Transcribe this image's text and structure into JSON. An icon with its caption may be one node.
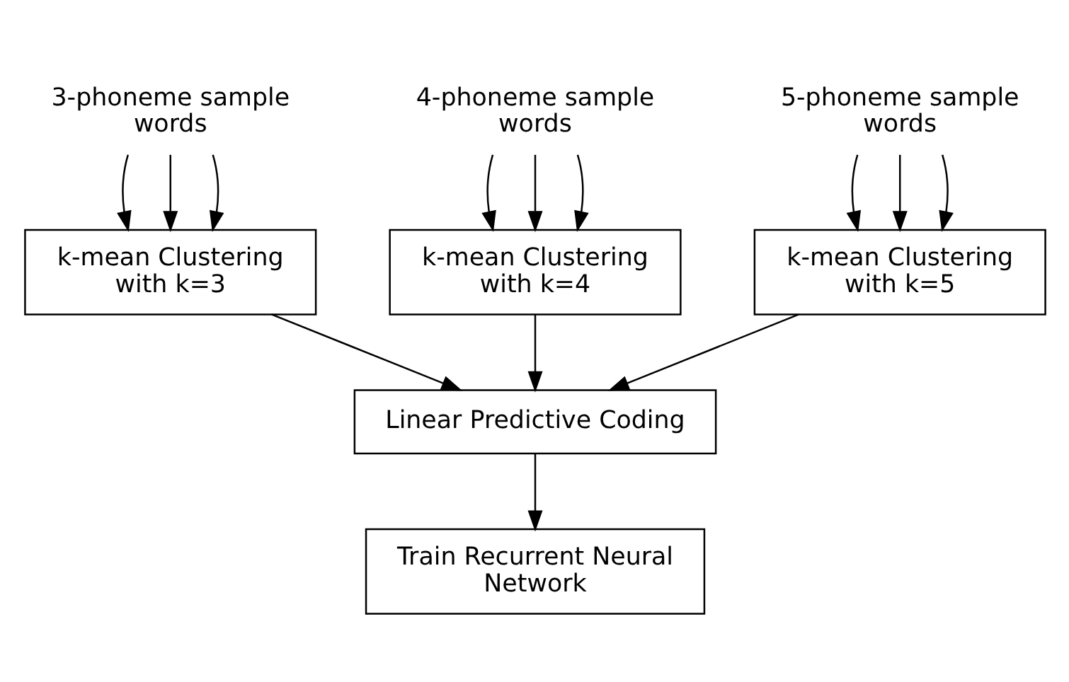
{
  "diagram": {
    "nodes": [
      {
        "text": [
          "3-phoneme sample words"
        ]
      },
      {
        "text": [
          "k-mean Clustering with k=3"
        ]
      },
      {
        "text": [
          "4-phoneme sample words"
        ]
      },
      {
        "text": [
          "k-mean Clustering with k=4"
        ]
      },
      {
        "text": [
          "5-phoneme sample words"
        ]
      },
      {
        "text": [
          "k-mean Clustering with k=5"
        ]
      },
      {
        "text": [
          "Linear Predictive Coding"
        ]
      },
      {
        "text": [
          "Train Recurrent Neural Network"
        ]
      }
    ],
    "edges": [
      {
        "from": 0,
        "to": 1,
        "arrow": "to"
      },
      {
        "from": 0,
        "to": 1,
        "arrow": "to"
      },
      {
        "from": 0,
        "to": 1,
        "arrow": "to"
      },
      {
        "from": 2,
        "to": 3,
        "arrow": "to"
      },
      {
        "from": 2,
        "to": 3,
        "arrow": "to"
      },
      {
        "from": 2,
        "to": 3,
        "arrow": "to"
      },
      {
        "from": 4,
        "to": 5,
        "arrow": "to"
      },
      {
        "from": 4,
        "to": 5,
        "arrow": "to"
      },
      {
        "from": 4,
        "to": 5,
        "arrow": "to"
      },
      {
        "from": 1,
        "to": 6,
        "arrow": "to"
      },
      {
        "from": 3,
        "to": 6,
        "arrow": "to"
      },
      {
        "from": 5,
        "to": 6,
        "arrow": "to"
      },
      {
        "from": 6,
        "to": 7,
        "arrow": "to"
      }
    ]
  }
}
